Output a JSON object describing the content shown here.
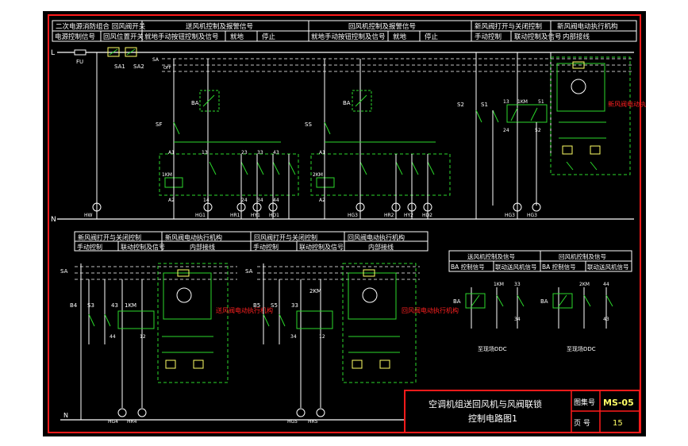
{
  "colors": {
    "frame": "#ff1a1a",
    "wire": "#ffffff",
    "circuit": "#2bd92b",
    "red_label": "#ff2020",
    "cyan_text": "#ffffff",
    "yellow": "#ffff66"
  },
  "top_header": {
    "row1": [
      "二次电源消防组合 回风阀开关",
      "送风机控制及报警信号",
      "回风机控制及报警信号",
      "新风阀打开与关闭控制",
      "新风阀电动执行机构"
    ],
    "row2": [
      "电源控制信号",
      "回风位置开关",
      "就地手动按钮控制及信号",
      "就地",
      "停止",
      "就地手动按钮控制及信号",
      "就地",
      "停止",
      "手动控制",
      "联动控制及信号",
      "内部接线"
    ]
  },
  "bus_labels": {
    "l": "L",
    "fu": "FU",
    "sa1": "SA1",
    "sa2": "SA2",
    "n": "N",
    "sa": "SA",
    "off": "OFF",
    "a": "A"
  },
  "left_section": {
    "ba": "BA",
    "sf": "SF",
    "ka": "1KM",
    "a1": "A1",
    "a2": "A2",
    "t13": "13",
    "t14": "14",
    "t23": "23",
    "t24": "24",
    "t33": "33",
    "t34": "34",
    "t43": "43",
    "t44": "44",
    "lamps": [
      "HW",
      "HG1",
      "HR1",
      "HY1",
      "HD1"
    ],
    "lamp_labels": [
      "HW",
      "HG1",
      "HR1",
      "HY1",
      "HD1"
    ]
  },
  "mid_section": {
    "ba": "BA",
    "sf": "SS",
    "ka": "2KM",
    "a1": "A1",
    "a2": "A2",
    "lamp_labels": [
      "HG3",
      "HR2",
      "HY2",
      "HD2"
    ]
  },
  "right_section": {
    "s2": "S2",
    "s1": "S1",
    "t": "13",
    "k": "1KM",
    "t51": "51",
    "t24": "24",
    "t52": "52",
    "lamp_labels": [
      "HG3",
      "HG3"
    ],
    "red_label": "新风阀电动执行机构"
  },
  "lower_header": {
    "row1": [
      "新风阀打开与关闭控制",
      "新风阀电动执行机构",
      "回风阀打开与关闭控制",
      "回风阀电动执行机构"
    ],
    "row2": [
      "手动控制",
      "联动控制及信号",
      "内部接线",
      "手动控制",
      "联动控制及信号",
      "内部接线"
    ]
  },
  "lower_left": {
    "b4": "B4",
    "s3": "S3",
    "k43": "43",
    "kn": "1KM",
    "t44": "44",
    "t12": "12",
    "lamps": [
      "HG4",
      "HR4"
    ],
    "red_label": "送风阀电动执行机构"
  },
  "lower_mid": {
    "b5": "B5",
    "s5": "S5",
    "k33": "33",
    "kn": "2KM",
    "t34": "34",
    "t12": "12",
    "lamps": [
      "HG5",
      "HR5"
    ],
    "red_label": "回风阀电动执行机构"
  },
  "status_box": {
    "row1": [
      "送风机控制及信号",
      "回风机控制及信号"
    ],
    "row2": [
      "BA 控制信号",
      "联动送风机信号",
      "BA 控制信号",
      "联动送风机信号"
    ],
    "left": {
      "ba": "BA",
      "k": "1KM",
      "t33": "33",
      "t34": "34",
      "caption": "至现场DDC"
    },
    "right": {
      "ba": "BA",
      "k": "2KM",
      "t44": "44",
      "t43": "43",
      "caption": "至现场DDC"
    }
  },
  "bottom_n": "N",
  "title_block": {
    "title_line1": "空调机组送回风机与风阀联锁",
    "title_line2": "控制电路图1",
    "fig_no_label": "图集号",
    "fig_no": "MS-05",
    "page_label": "页 号",
    "page": "15"
  }
}
